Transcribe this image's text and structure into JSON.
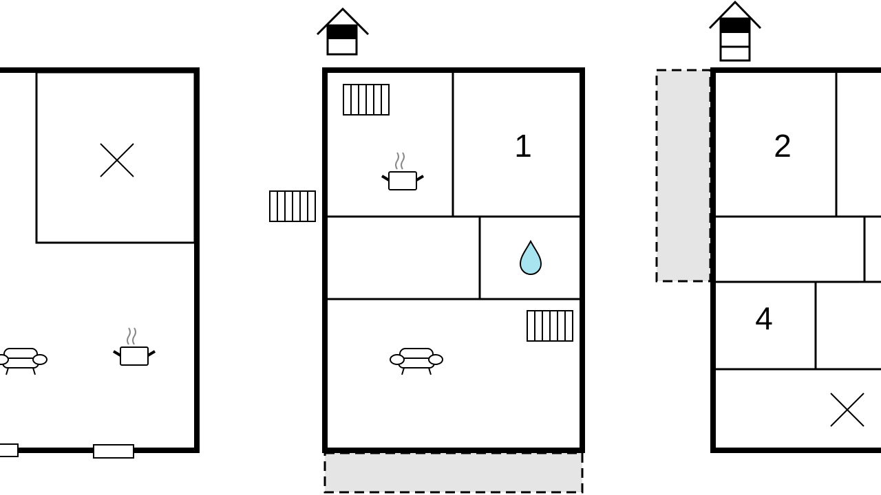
{
  "floorplan": {
    "room_labels": [
      "1",
      "2",
      "4"
    ],
    "colors": {
      "wall": "#000000",
      "outdoor_area": "#e5e5e5",
      "water_drop": "#a8e4f0",
      "steam": "#888888"
    },
    "icons": [
      "entrance-house-icon",
      "radiator-icon",
      "cooking-pot-icon",
      "sofa-icon",
      "water-drop-icon",
      "cross-mark-icon",
      "window-icon"
    ]
  }
}
